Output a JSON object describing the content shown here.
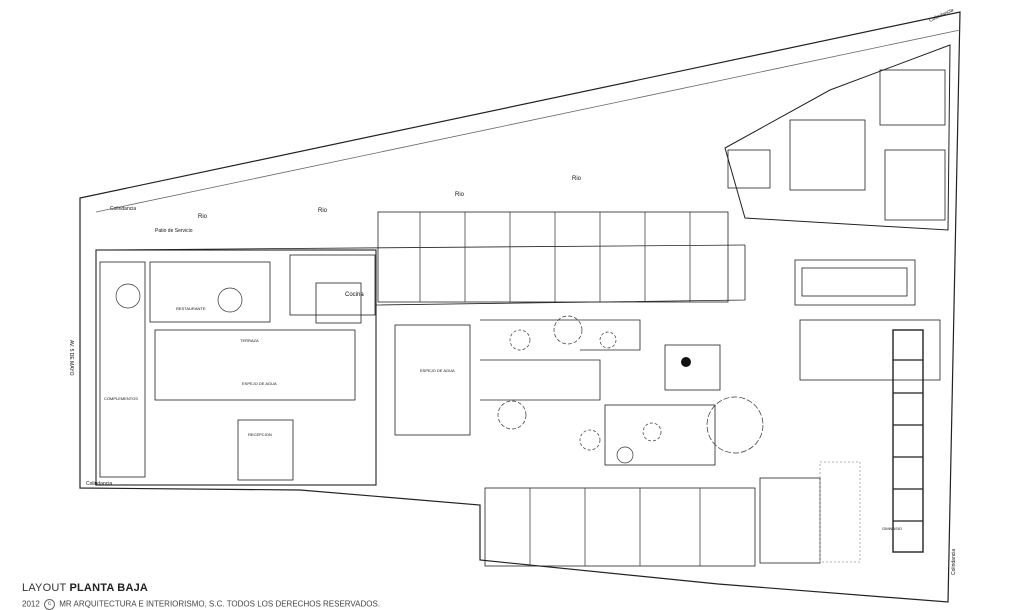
{
  "caption": {
    "title_prefix": "LAYOUT",
    "title_main": "PLANTA BAJA",
    "year": "2012",
    "copyright_symbol": "c",
    "copyright_text": "MR ARQUITECTURA E INTERIORISMO, S.C. TODOS LOS DERECHOS RESERVADOS."
  },
  "plan": {
    "boundary_label": "Colindancia",
    "river_label": "Rio",
    "street_label": "AV. 5 DE MAYO",
    "rooms": {
      "service_yard": "Patio de Servicio",
      "kitchen": "Cocina",
      "restaurant": "RESTAURANTE",
      "terrace": "TERRAZA",
      "water_mirror_left": "ESPEJO DE AGUA",
      "water_mirror_right": "ESPEJO DE AGUA",
      "reception": "RECEPCION",
      "lobby": "COMPLEMENTOS",
      "gym": "GIMNASIO"
    }
  }
}
